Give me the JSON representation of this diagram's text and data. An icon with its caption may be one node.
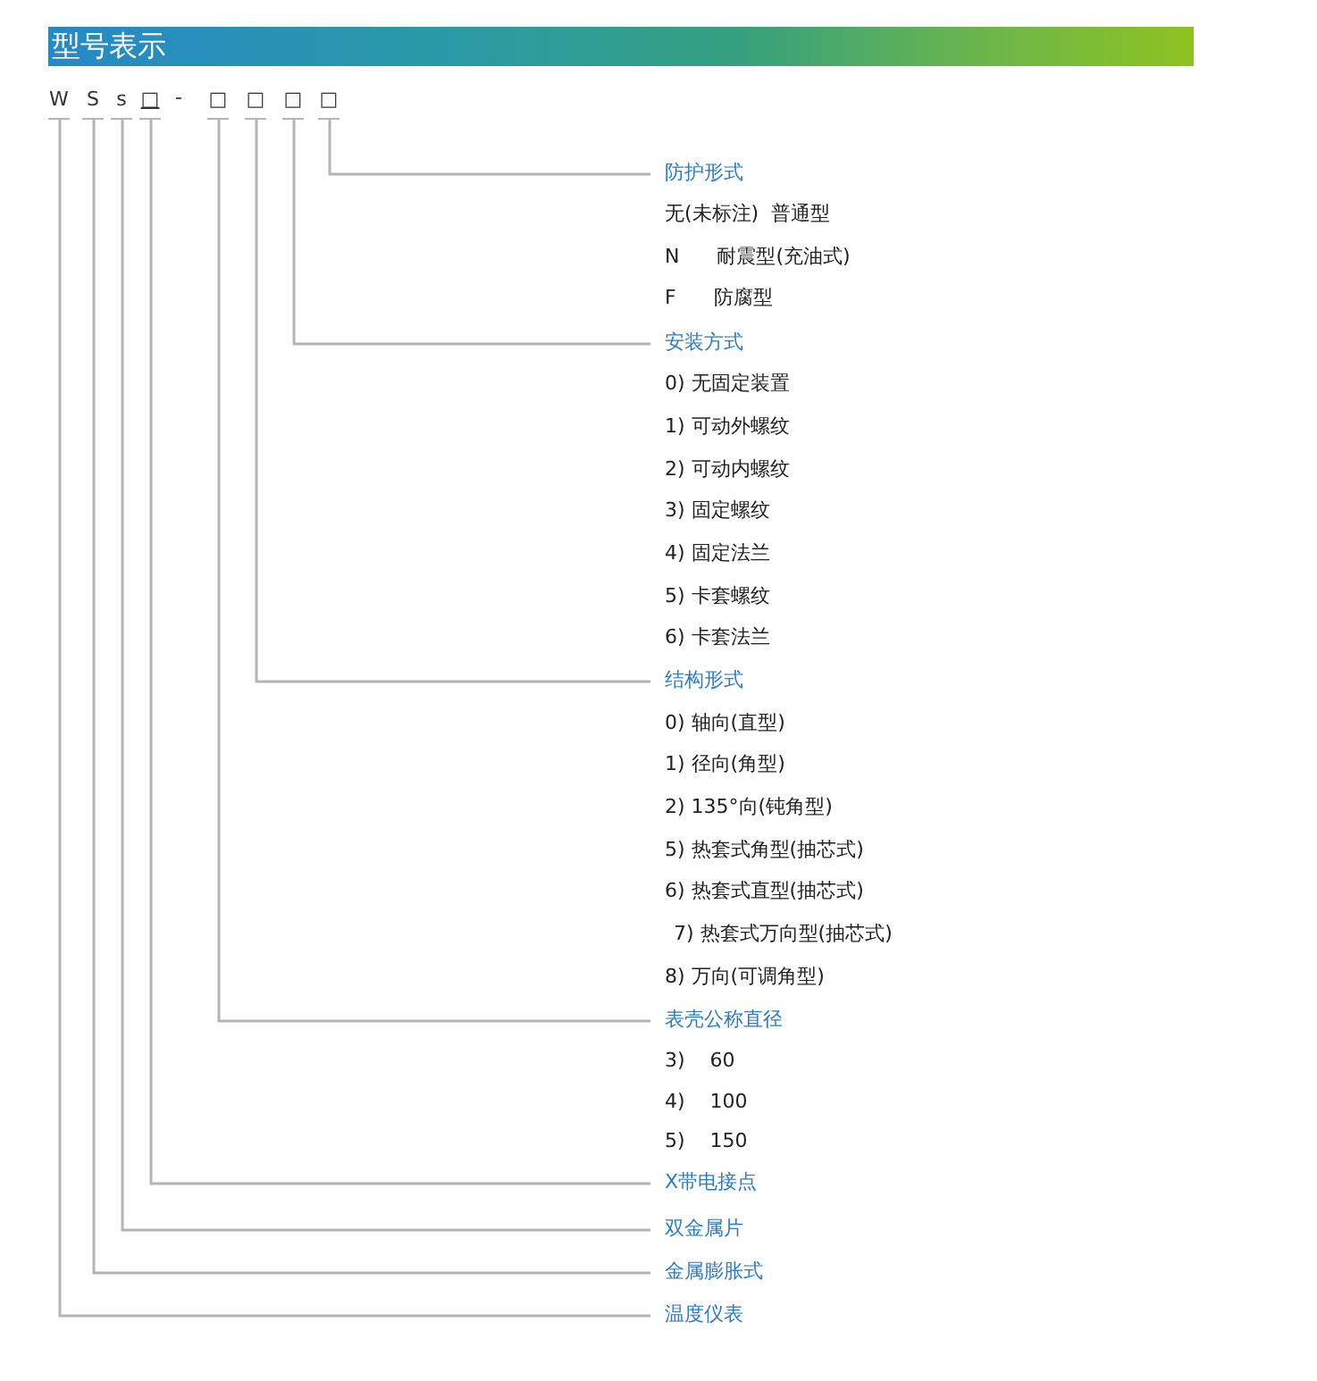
{
  "diagram": {
    "title": "型号表示",
    "nodes": [
      {
        "text": [
          "W"
        ]
      },
      {
        "text": [
          "S"
        ]
      },
      {
        "text": [
          "s"
        ]
      },
      {
        "text": [
          "□"
        ]
      },
      {
        "text": [
          "□"
        ]
      },
      {
        "text": [
          "□"
        ]
      },
      {
        "text": [
          "□"
        ]
      },
      {
        "text": [
          "□"
        ]
      },
      {
        "text": [
          "防护形式"
        ]
      },
      {
        "text": [
          "安装方式"
        ]
      },
      {
        "text": [
          "结构形式"
        ]
      },
      {
        "text": [
          "表壳公称直径"
        ]
      },
      {
        "text": [
          "X带电接点"
        ]
      },
      {
        "text": [
          "双金属片"
        ]
      },
      {
        "text": [
          "金属膨胀式"
        ]
      },
      {
        "text": [
          "温度仪表"
        ]
      }
    ],
    "edges": [
      {
        "from": 7,
        "to": 8,
        "arrow": "none"
      },
      {
        "from": 6,
        "to": 9,
        "arrow": "none"
      },
      {
        "from": 5,
        "to": 10,
        "arrow": "none"
      },
      {
        "from": 4,
        "to": 11,
        "arrow": "none"
      },
      {
        "from": 3,
        "to": 12,
        "arrow": "none"
      },
      {
        "from": 2,
        "to": 13,
        "arrow": "none"
      },
      {
        "from": 1,
        "to": 14,
        "arrow": "none"
      },
      {
        "from": 0,
        "to": 15,
        "arrow": "none"
      }
    ],
    "labels": [
      "-",
      "无(未标注)  普通型",
      "N      耐震型(充油式)",
      "F      防腐型",
      "0) 无固定装置",
      "1) 可动外螺纹",
      "2) 可动内螺纹",
      "3) 固定螺纹",
      "4) 固定法兰",
      "5) 卡套螺纹",
      "6) 卡套法兰",
      "0) 轴向(直型)",
      "1) 径向(角型)",
      "2) 135°向(钝角型)",
      "5) 热套式角型(抽芯式)",
      "6) 热套式直型(抽芯式)",
      "7) 热套式万向型(抽芯式)",
      "8) 万向(可调角型)",
      "3)    60",
      "4)    100",
      "5)    150"
    ]
  }
}
